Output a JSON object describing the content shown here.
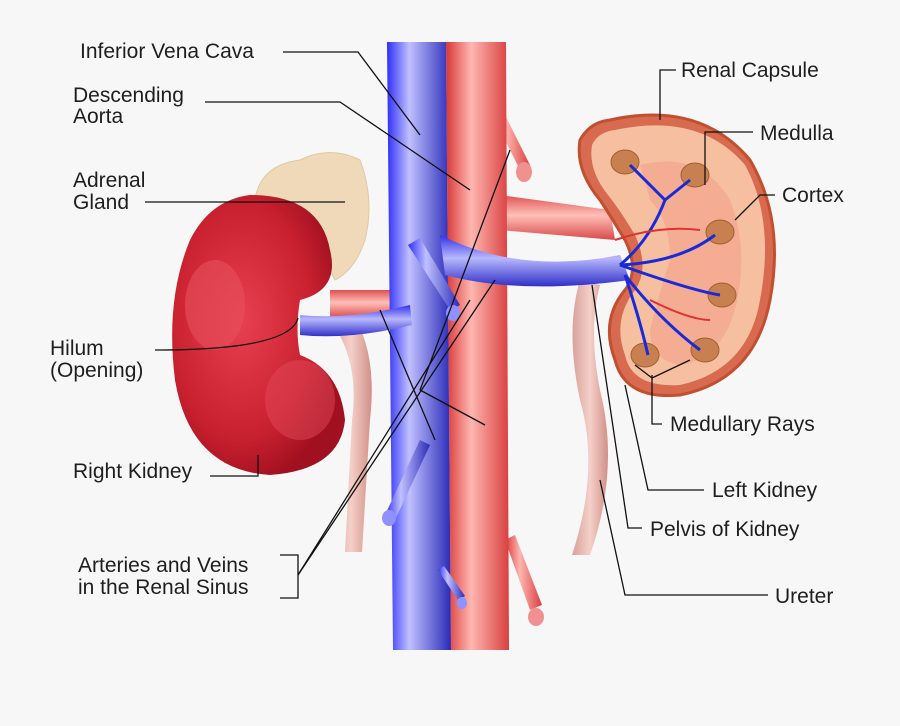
{
  "labels": {
    "ivc": "Inferior Vena Cava",
    "aorta_1": "Descending",
    "aorta_2": "Aorta",
    "adrenal_1": "Adrenal",
    "adrenal_2": "Gland",
    "hilum_1": "Hilum",
    "hilum_2": "(Opening)",
    "right_kidney": "Right Kidney",
    "sinus_1": "Arteries and Veins",
    "sinus_2": "in the Renal Sinus",
    "capsule": "Renal Capsule",
    "medulla": "Medulla",
    "cortex": "Cortex",
    "rays": "Medullary Rays",
    "left_kidney": "Left Kidney",
    "pelvis": "Pelvis of Kidney",
    "ureter": "Ureter"
  },
  "colors": {
    "vein": "#3a3af5",
    "artery": "#e04848",
    "kidney": "#c8202e",
    "cortex": "#f6c6a8",
    "adrenal": "#f0d9b8",
    "background": "#f7f7f7"
  }
}
